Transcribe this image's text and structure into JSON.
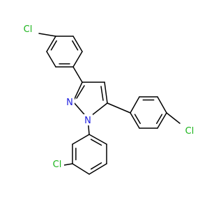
{
  "colors": {
    "bond": "#000000",
    "chlorine": "#1bb41b",
    "nitrogen": "#2020e0",
    "background": "#ffffff"
  },
  "atoms": {
    "cl_top": "Cl",
    "cl_right": "Cl",
    "cl_bottom": "Cl",
    "n_upper": "N",
    "n_lower": "N"
  }
}
